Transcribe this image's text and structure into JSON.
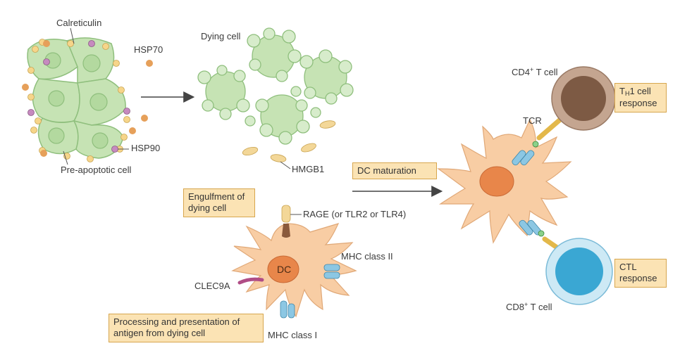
{
  "labels": {
    "calreticulin": "Calreticulin",
    "hsp70": "HSP70",
    "hsp90": "HSP90",
    "pre_apoptotic": "Pre-apoptotic cell",
    "dying_cell": "Dying cell",
    "hmgb1": "HMGB1",
    "rage": "RAGE (or TLR2 or TLR4)",
    "dc": "DC",
    "mhc2": "MHC class II",
    "mhc1": "MHC class I",
    "clec9a": "CLEC9A",
    "tcr": "TCR",
    "cd4_main": "CD4",
    "cd4_sup": "+",
    "cd4_rest": " T cell",
    "cd8_main": "CD8",
    "cd8_sup": "+",
    "cd8_rest": " T cell"
  },
  "boxes": {
    "engulfment": "Engulfment of dying cell",
    "processing": "Processing and presentation of antigen from dying cell",
    "dc_maturation": "DC maturation",
    "th1_t": "T",
    "th1_sub": "H",
    "th1_rest": "1 cell response",
    "ctl": "CTL response"
  },
  "colors": {
    "cell_green": "#c6e3b4",
    "cell_green_dark": "#8fbf7d",
    "calreticulin_dot": "#f6d58a",
    "hsp70_dot": "#e6a05a",
    "hsp90_dot": "#c68abf",
    "hmgb1": "#f3d798",
    "dc_body": "#f8cda4",
    "dc_nucleus": "#e8864a",
    "cd4_cell": "#a07a62",
    "cd8_cell": "#3aa7d3",
    "box_fill": "#fbe3b4",
    "box_border": "#d7a64e"
  }
}
